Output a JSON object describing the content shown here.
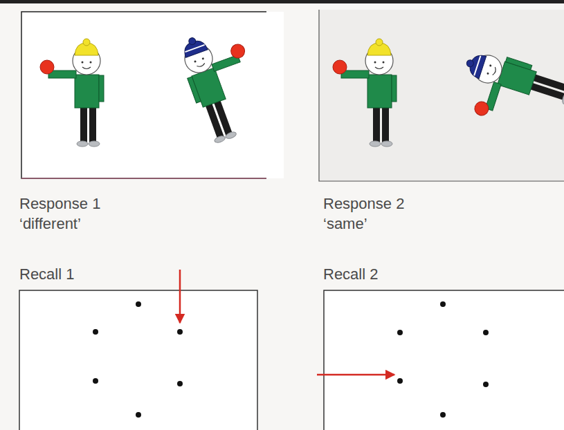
{
  "diagram": {
    "labels": [
      "Response 1",
      "‘different’",
      "Response 2",
      "‘same’",
      "Recall 1",
      "Recall 2"
    ]
  }
}
